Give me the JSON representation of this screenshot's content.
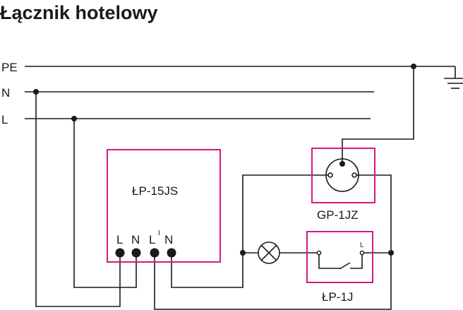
{
  "title": "Łącznik hotelowy",
  "lines": {
    "pe": "PE",
    "n": "N",
    "l": "L"
  },
  "devices": {
    "relay": {
      "name": "ŁP-15JS",
      "terminals": [
        "L",
        "N",
        "L",
        "N"
      ],
      "prime_mark": "I"
    },
    "socket": {
      "name": "GP-1JZ"
    },
    "switch": {
      "name": "ŁP-1J",
      "terminal": "L"
    }
  },
  "colors": {
    "device_box": "#d4197f",
    "wire": "#1a1a1a"
  }
}
